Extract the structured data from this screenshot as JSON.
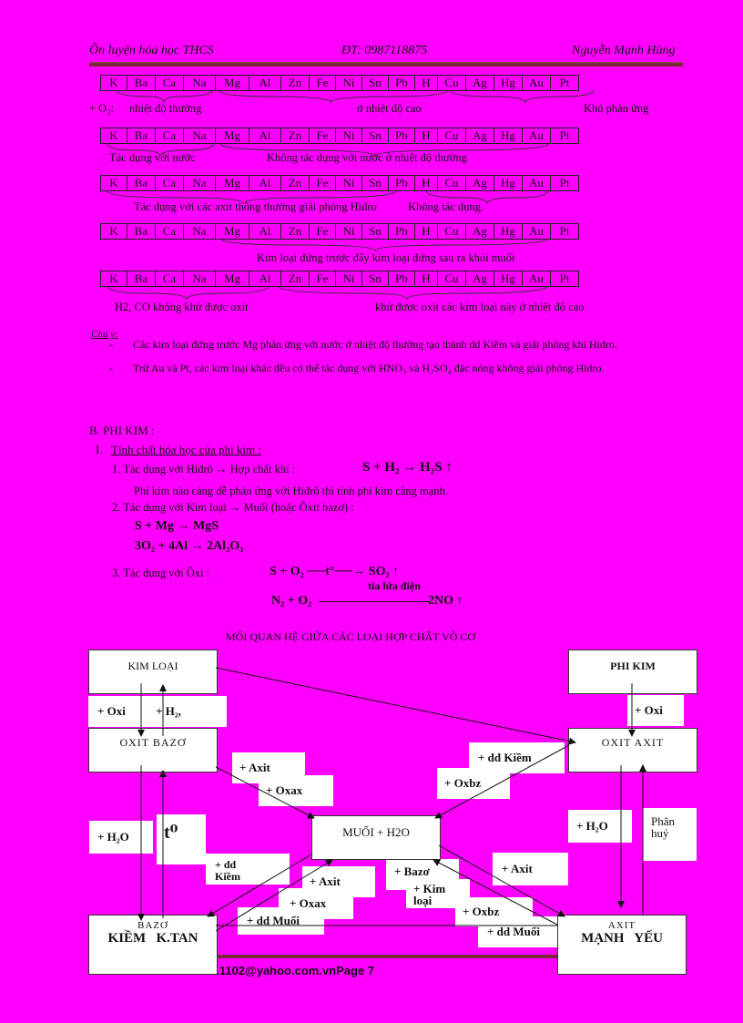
{
  "header": {
    "left": "Ôn luyện hóa học THCS",
    "center": "ĐT: 0987118875",
    "right": "Nguyễn Mạnh Hùng"
  },
  "activity_series": [
    "K",
    "Ba",
    "Ca",
    "Na",
    "Mg",
    "Al",
    "Zn",
    "Fe",
    "Ni",
    "Sn",
    "Pb",
    "H",
    "Cu",
    "Ag",
    "Hg",
    "Au",
    "Pt"
  ],
  "rows": [
    {
      "prefix": "+ O₂:",
      "labels": [
        "nhiệt độ thường",
        "ở nhiệt độ cao",
        "Khó phản ứng"
      ]
    },
    {
      "labels": [
        "Tác dụng với nước",
        "Không tác dụng với nước   ở nhiệt độ thường"
      ]
    },
    {
      "labels": [
        "Tác dụng với các axit thông thường   giải phóng Hidro",
        "Không tác dụng."
      ]
    },
    {
      "labels": [
        "Kim loại đứng trước   đẩy kim loại đứng sau ra khỏi muối"
      ]
    },
    {
      "labels": [
        "H2, CO không khử được   oxit",
        "khử được   oxit các kim loại này ở nhiệt độ cao"
      ]
    }
  ],
  "notes": {
    "title": "Chú ý:",
    "items": [
      "Các kim loại đứng trước   Mg phản ứng với nước   ở nhiệt độ thường   tạo thành dd Kiềm và giải phóng khí Hidro.",
      "Trừ Au và Pt, các kim loại khác đều có thể tác dụng với HNO₃ và H₂SO₄ đặc nóng   không giải phóng Hidro."
    ]
  },
  "section_b": {
    "title": "B. PHI KIM :",
    "subtitle_num": "I.",
    "subtitle": "Tính chất hóa học của phi kim :",
    "item1": "1.  Tác dụng với Hiđrô  →  Hợp chất khí :",
    "item1_eq": "S + H₂ → H₂S ↑",
    "item1_note": "Phi kim nào càng dễ phản ứng với Hiđrô thì tính phi kim càng mạnh.",
    "item2": "2.  Tác dụng với Kim loại  →  Muối (hoặc Ôxit bazơ) :",
    "item2_eq1": "S + Mg → MgS",
    "item2_eq2": "3O₂ + 4Al → 2Al₂O₃",
    "item3": "3.  Tác dụng với Ôxi :",
    "item3_eq1": "S + O₂ ──t°──→ SO₂ ↑",
    "item3_eq2_left": "N₂ + O₂",
    "item3_eq2_cond": "tia lửa điện",
    "item3_eq2_right": "2NO ↑"
  },
  "diagram": {
    "title": "MỐI QUAN HỆ GIỮA CÁC LOẠI HỢP CHẤT VÔ CƠ",
    "boxes": {
      "kim_loai": "KIM LOẠI",
      "phi_kim": "PHI KIM",
      "oxit_bazo": "OXIT BAZƠ",
      "oxit_axit": "OXIT AXIT",
      "muoi": "MUỐI + H2O",
      "bazo_top": "BAZƠ",
      "bazo_bottom": "KIỀM   K.TAN",
      "axit_top": "AXIT",
      "axit_bottom": "MẠNH   YẾU"
    },
    "labels": {
      "oxi_left": "+ Oxi",
      "h2_left": "+ H₂,",
      "oxi_right": "+ Oxi",
      "axit1": "+ Axit",
      "oxax1": "+ Oxax",
      "dd_kiem1": "+ dd Kiềm",
      "oxbz1": "+ Oxbz",
      "h2o_left": "+ H₂O",
      "t0": "t⁰",
      "dd_kiem2": "+ dd Kiềm",
      "axit2": "+ Axit",
      "oxax2": "+ Oxax",
      "dd_muoi1": "+ dd Muối",
      "bazo_lbl": "+ Bazơ",
      "kim_loai_lbl": "+ Kim loại",
      "oxbz2": "+ Oxbz",
      "dd_muoi2": "+ dd Muối",
      "axit3": "+ Axit",
      "h2o_right": "+ H₂O",
      "phan_huy": "Phân huỷ"
    }
  },
  "footer": {
    "text": "...1102@yahoo.com.vnPage 7"
  }
}
